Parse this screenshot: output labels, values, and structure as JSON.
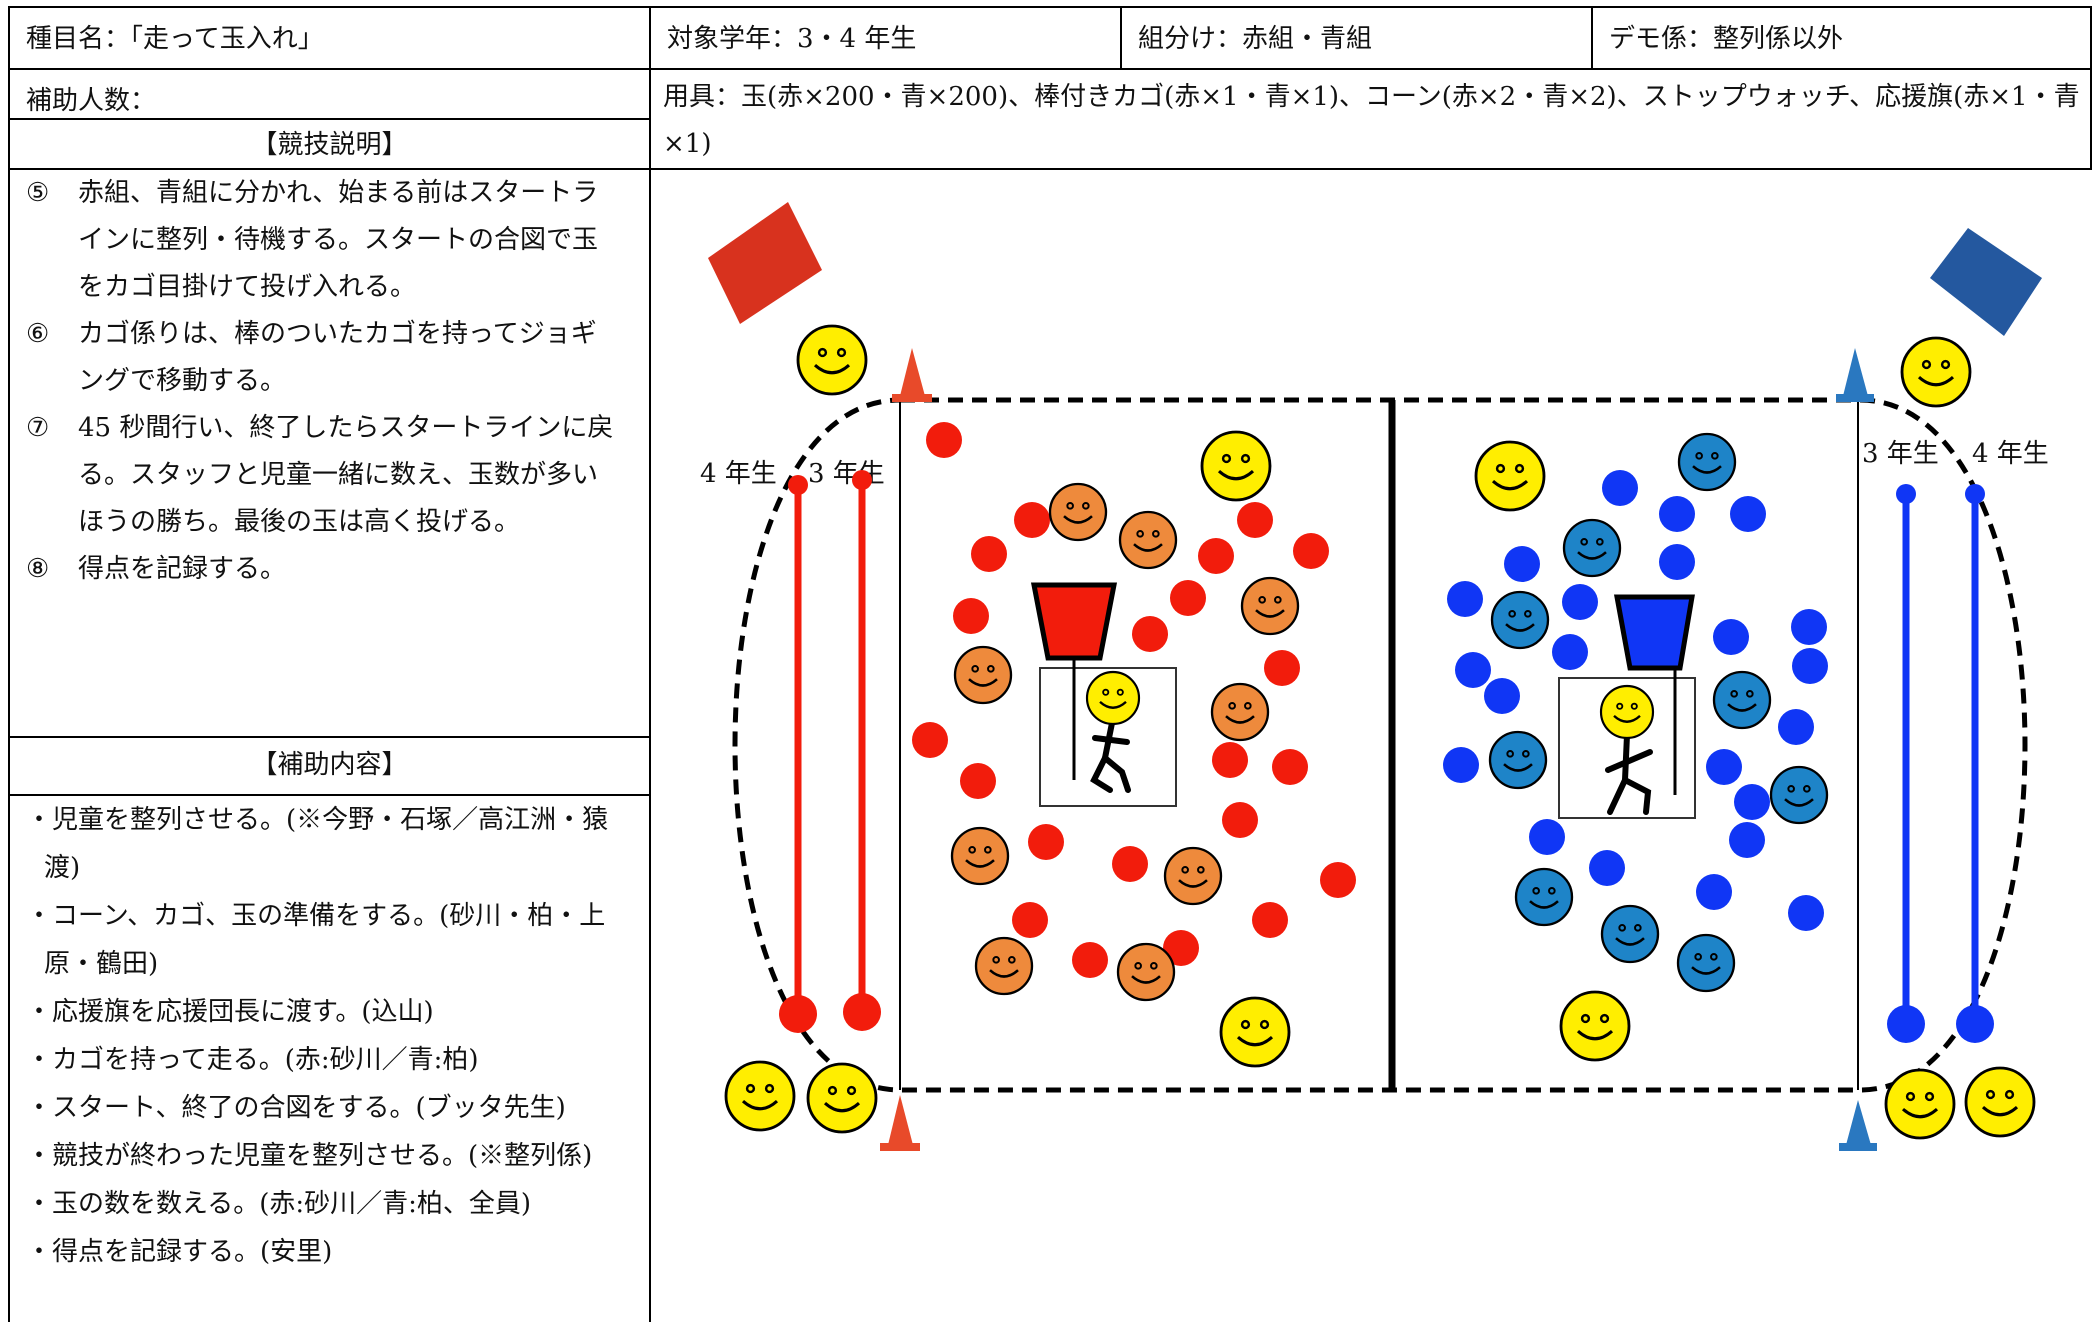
{
  "header": {
    "event_name": "種目名：「走って玉入れ」",
    "grade": "対象学年：3・4 年生",
    "grouping": "組分け：赤組・青組",
    "demo": "デモ係：整列係以外",
    "assistants_count": "補助人数：",
    "equipment": "用具：玉(赤×200・青×200)、棒付きカゴ(赤×1・青×1)、コーン(赤×2・青×2)、ストップウォッチ、応援旗(赤×1・青×1)"
  },
  "description": {
    "title": "【競技説明】",
    "items": [
      {
        "num": "⑤",
        "lines": [
          "赤組、青組に分かれ、始まる前はスタートラ",
          "インに整列・待機する。スタートの合図で玉",
          "をカゴ目掛けて投げ入れる。"
        ]
      },
      {
        "num": "⑥",
        "lines": [
          "カゴ係りは、棒のついたカゴを持ってジョギ",
          "ングで移動する。"
        ]
      },
      {
        "num": "⑦",
        "lines": [
          "45 秒間行い、終了したらスタートラインに戻",
          "る。スタッフと児童一緒に数え、玉数が多い",
          "ほうの勝ち。最後の玉は高く投げる。"
        ]
      },
      {
        "num": "⑧",
        "lines": [
          "得点を記録する。"
        ]
      }
    ]
  },
  "assist": {
    "title": "【補助内容】",
    "items": [
      {
        "lines": [
          "児童を整列させる。(※今野・石塚／高江洲・猿",
          "渡)"
        ]
      },
      {
        "lines": [
          "コーン、カゴ、玉の準備をする。(砂川・柏・上",
          "原・鶴田)"
        ]
      },
      {
        "lines": [
          "応援旗を応援団長に渡す。(込山)"
        ]
      },
      {
        "lines": [
          "カゴを持って走る。(赤:砂川／青:柏)"
        ]
      },
      {
        "lines": [
          "スタート、終了の合図をする。(ブッタ先生)"
        ]
      },
      {
        "lines": [
          "競技が終わった児童を整列させる。(※整列係)"
        ]
      },
      {
        "lines": [
          "玉の数を数える。(赤:砂川／青:柏、全員)"
        ]
      },
      {
        "lines": [
          "得点を記録する。(安里)"
        ]
      }
    ],
    "bullet": "・"
  },
  "diagram": {
    "left_labels": {
      "grade4": "4 年生",
      "grade3": "3 年生"
    },
    "right_labels": {
      "grade3": "3 年生",
      "grade4": "4 年生"
    },
    "colors": {
      "red_team": "#f21c0c",
      "blue_team": "#1036f5",
      "red_face": "#ee8a3c",
      "blue_face": "#1e84c8",
      "staff_face": "#ffee00",
      "red_flag": "#d8321e",
      "blue_flag": "#24589f",
      "red_cone": "#e84a2a",
      "blue_cone": "#2a78c0"
    }
  }
}
